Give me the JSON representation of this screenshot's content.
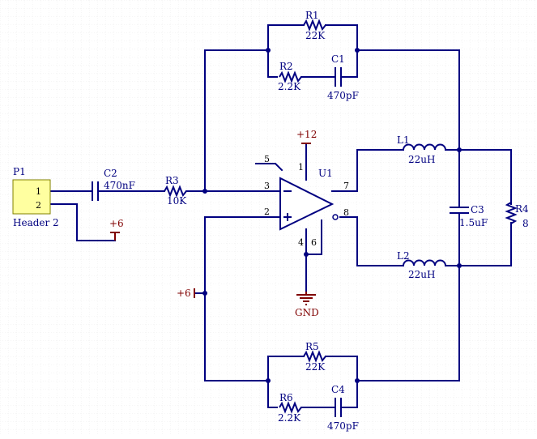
{
  "schematic": {
    "components": {
      "P1": {
        "ref": "P1",
        "value": "Header 2",
        "pins": [
          "1",
          "2"
        ]
      },
      "C2": {
        "ref": "C2",
        "value": "470nF"
      },
      "R3": {
        "ref": "R3",
        "value": "10K"
      },
      "R1": {
        "ref": "R1",
        "value": "22K"
      },
      "R2": {
        "ref": "R2",
        "value": "2.2K"
      },
      "C1": {
        "ref": "C1",
        "value": "470pF"
      },
      "U1": {
        "ref": "U1",
        "pins": [
          "5",
          "3",
          "2",
          "1",
          "7",
          "8",
          "4",
          "6"
        ]
      },
      "L1": {
        "ref": "L1",
        "value": "22uH"
      },
      "L2": {
        "ref": "L2",
        "value": "22uH"
      },
      "C3": {
        "ref": "C3",
        "value": "1.5uF"
      },
      "R4": {
        "ref": "R4",
        "value": "8"
      },
      "R5": {
        "ref": "R5",
        "value": "22K"
      },
      "R6": {
        "ref": "R6",
        "value": "2.2K"
      },
      "C4": {
        "ref": "C4",
        "value": "470pF"
      }
    },
    "power": {
      "vplus_top": "+12",
      "vplus_header": "+6",
      "vplus_left": "+6",
      "ground": "GND"
    },
    "colors": {
      "wire": "#000080",
      "power": "#800000",
      "header_fill": "#ffffa0",
      "grid": "#e6e6e6"
    }
  }
}
